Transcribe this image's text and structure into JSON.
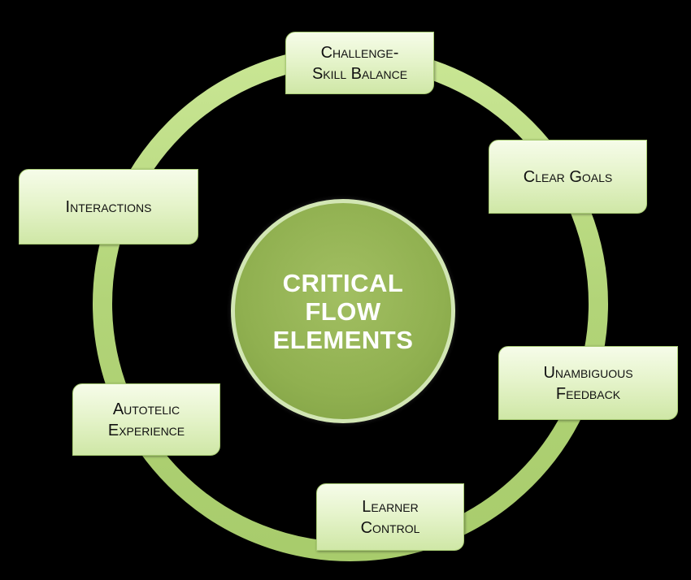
{
  "diagram": {
    "center": {
      "lines": [
        "CRITICAL",
        "FLOW",
        "ELEMENTS"
      ]
    },
    "nodes": [
      {
        "id": "challenge-skill-balance",
        "lines": [
          "Challenge-",
          "Skill Balance"
        ]
      },
      {
        "id": "clear-goals",
        "lines": [
          "Clear Goals"
        ]
      },
      {
        "id": "unambiguous-feedback",
        "lines": [
          "Unambiguous",
          "Feedback"
        ]
      },
      {
        "id": "learner-control",
        "lines": [
          "Learner",
          "Control"
        ]
      },
      {
        "id": "autotelic-experience",
        "lines": [
          "Autotelic",
          "Experience"
        ]
      },
      {
        "id": "interactions",
        "lines": [
          "Interactions"
        ]
      }
    ]
  },
  "colors": {
    "background": "#000000",
    "ring": "#b5d67a",
    "center_fill": "#90b050",
    "node_fill": "#e6f4cc",
    "center_text": "#ffffff",
    "node_text": "#111111"
  }
}
